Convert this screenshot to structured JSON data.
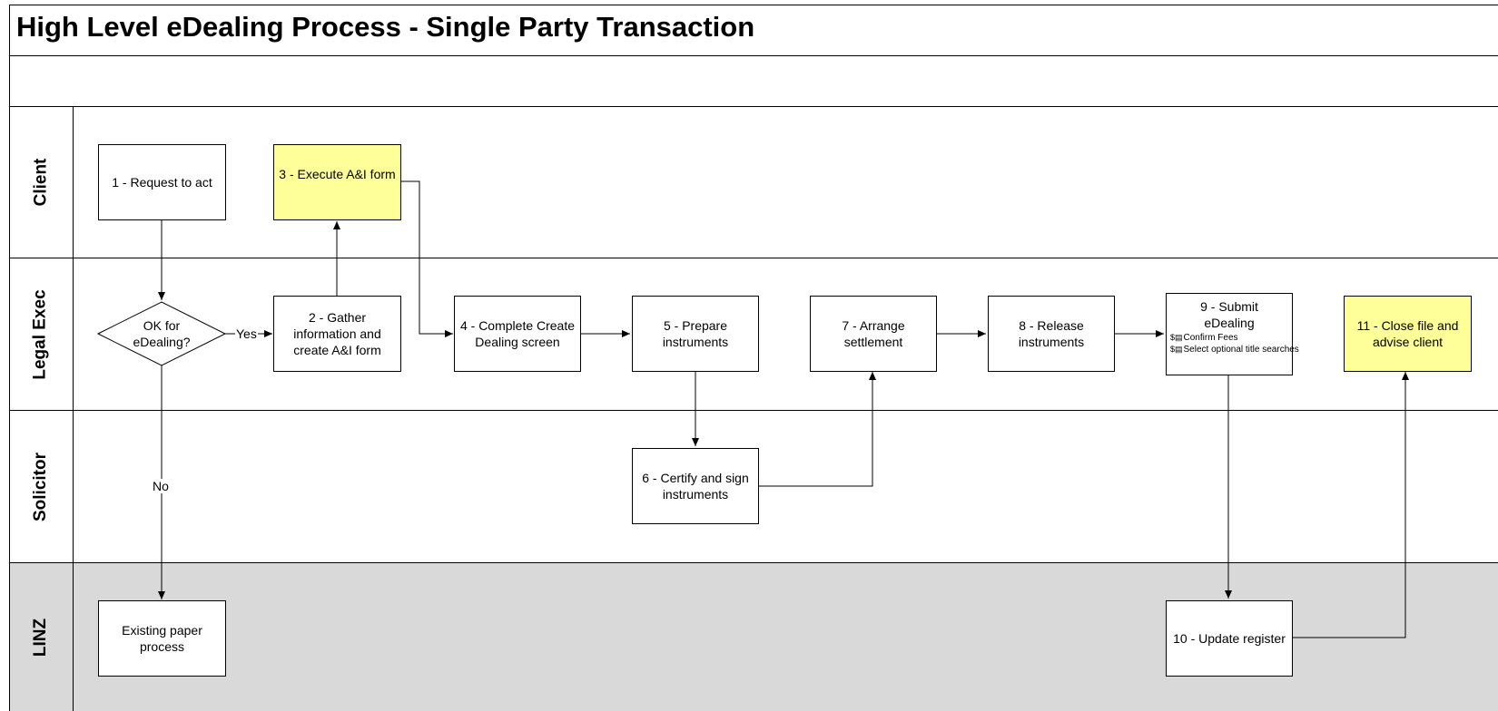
{
  "title": "High Level eDealing Process - Single Party Transaction",
  "colors": {
    "highlight_fill": "#ffff99",
    "linz_lane_fill": "#d9d9d9",
    "line": "#000000"
  },
  "lanes": [
    "Client",
    "Legal Exec",
    "Solicitor",
    "LINZ"
  ],
  "nodes": {
    "n1": "1 - Request to act",
    "decision": "OK for eDealing?",
    "n2": "2 - Gather information and create A&I form",
    "n3": "3 - Execute A&I form",
    "n4": "4 - Complete Create Dealing screen",
    "n5": "5 - Prepare instruments",
    "n6": "6 - Certify and sign instruments",
    "n7": "7 - Arrange settlement",
    "n8": "8 - Release instruments",
    "n9": "9 - Submit eDealing",
    "n9_bullets": [
      "Confirm Fees",
      "Select optional title searches"
    ],
    "n10": "10 - Update register",
    "n11": "11 - Close file and advise client",
    "paper": "Existing paper process"
  },
  "edge_labels": {
    "yes": "Yes",
    "no": "No"
  },
  "bullet_icon": "dollar-document-icon"
}
